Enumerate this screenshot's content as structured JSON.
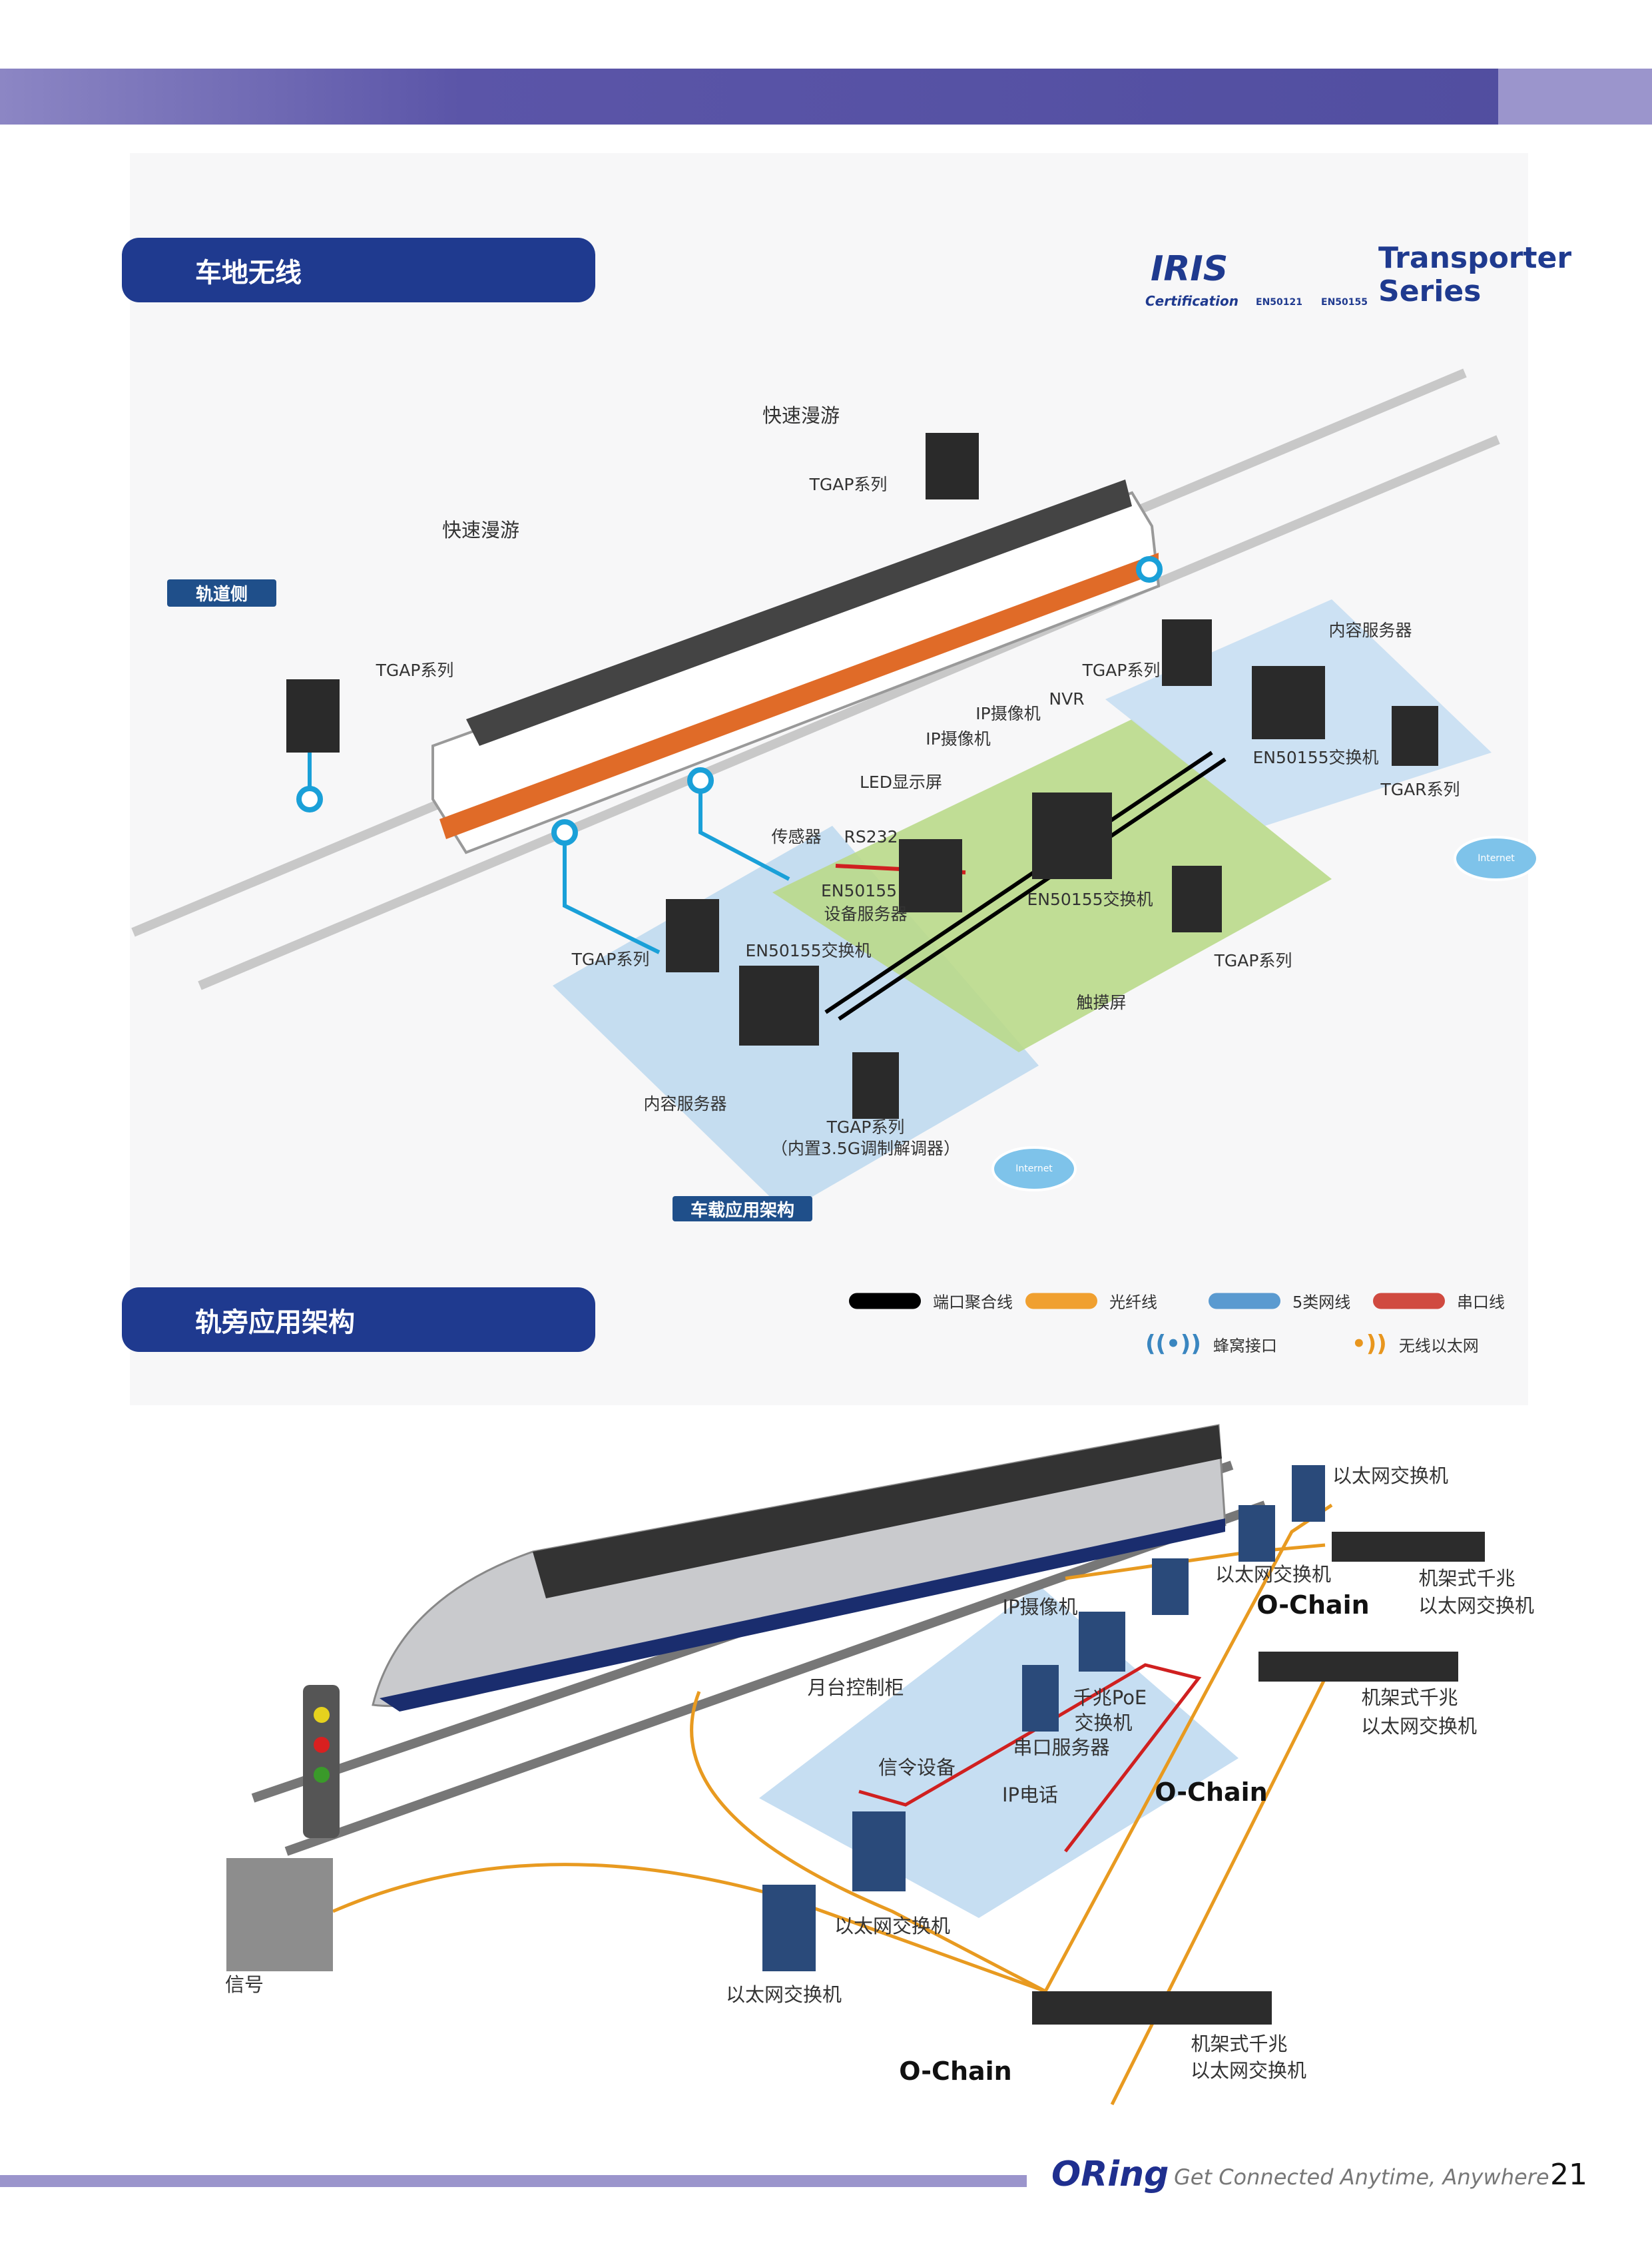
{
  "sections": {
    "wireless": "车地无线",
    "trackside": "轨旁应用架构"
  },
  "logo": {
    "iris": "IRIS",
    "cert": "Certification",
    "en1": "EN50121",
    "en2": "EN50155",
    "brand1": "Transporter",
    "brand2": "Series"
  },
  "top": {
    "roam1": "快速漫游",
    "tgap1": "TGAP系列",
    "roam2": "快速漫游",
    "trackside_badge": "轨道侧",
    "tgap2": "TGAP系列",
    "tgap3": "TGAP系列",
    "content_server1": "内容服务器",
    "nvr": "NVR",
    "ipcam1": "IP摄像机",
    "ipcam2": "IP摄像机",
    "switch1": "EN50155交换机",
    "led": "LED显示屏",
    "tgar": "TGAR系列",
    "sensor": "传感器",
    "rs232": "RS232",
    "devserver1": "EN50155",
    "devserver2": "设备服务器",
    "switch2": "EN50155交换机",
    "tgap4": "TGAP系列",
    "switch3": "EN50155交换机",
    "tgap5": "TGAP系列",
    "touch": "触摸屏",
    "content_server2": "内容服务器",
    "tgap6": "TGAP系列",
    "modem": "（内置3.5G调制解调器）",
    "internet1": "Internet",
    "internet2": "Internet",
    "onboard_badge": "车载应用架构"
  },
  "legend": {
    "trunk": "端口聚合线",
    "fiber": "光纤线",
    "cat5": "5类网线",
    "serial": "串口线",
    "cellular": "蜂窝接口",
    "wifi": "无线以太网",
    "colors": {
      "trunk": "#000000",
      "fiber": "#f0a030",
      "cat5": "#5a9ad0",
      "serial": "#d04a40",
      "cellular": "#3a86c0",
      "wifi": "#e8961e"
    }
  },
  "bottom": {
    "eth1": "以太网交换机",
    "eth2": "以太网交换机",
    "rack1a": "机架式千兆",
    "rack1b": "以太网交换机",
    "ochain1": "O-Chain",
    "ipcam": "IP摄像机",
    "rack2a": "机架式千兆",
    "rack2b": "以太网交换机",
    "platform": "月台控制柜",
    "poe1": "千兆PoE",
    "poe2": "交换机",
    "serial_server": "串口服务器",
    "signal_dev": "信令设备",
    "ochain2": "O-Chain",
    "ipphone": "IP电话",
    "eth3": "以太网交换机",
    "signal": "信号",
    "eth4": "以太网交换机",
    "rack3a": "机架式千兆",
    "rack3b": "以太网交换机",
    "ochain3": "O-Chain"
  },
  "footer": {
    "brand": "ORing",
    "tagline": "Get Connected Anytime, Anywhere",
    "page": "21"
  }
}
